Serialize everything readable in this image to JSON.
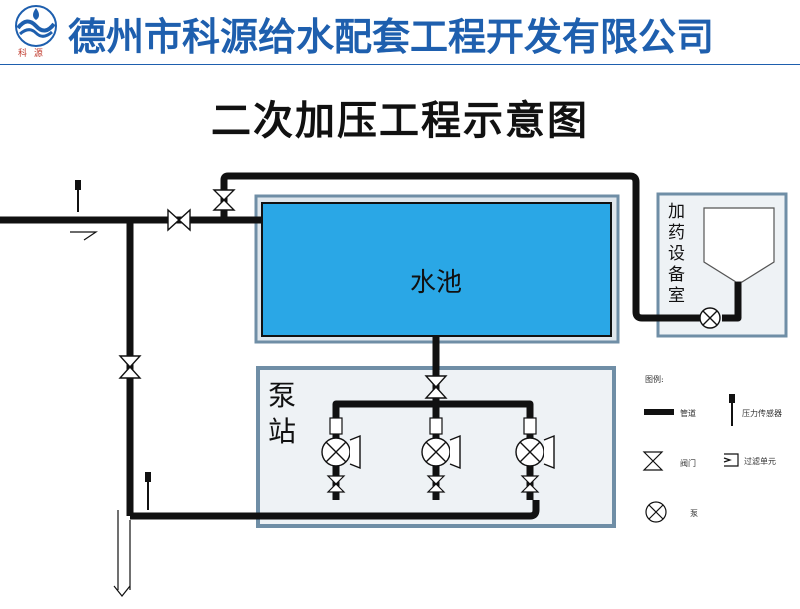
{
  "header": {
    "company_name": "德州市科源给水配套工程开发有限公司",
    "logo_text": "科 源"
  },
  "title": "二次加压工程示意图",
  "labels": {
    "pool": "水池",
    "pump_station": "泵站",
    "dosing_room": "加药设备室"
  },
  "legend": {
    "title": "图例:",
    "pipe": "管道",
    "pressure_sensor": "压力传感器",
    "valve": "阀门",
    "filter_unit": "过滤单元",
    "pump": "泵"
  },
  "colors": {
    "brand": "#1e5fae",
    "pool_fill": "#2aa7e6",
    "pipe": "#111111",
    "frame": "#6f8ea6",
    "room_fill": "#eef2f5"
  }
}
